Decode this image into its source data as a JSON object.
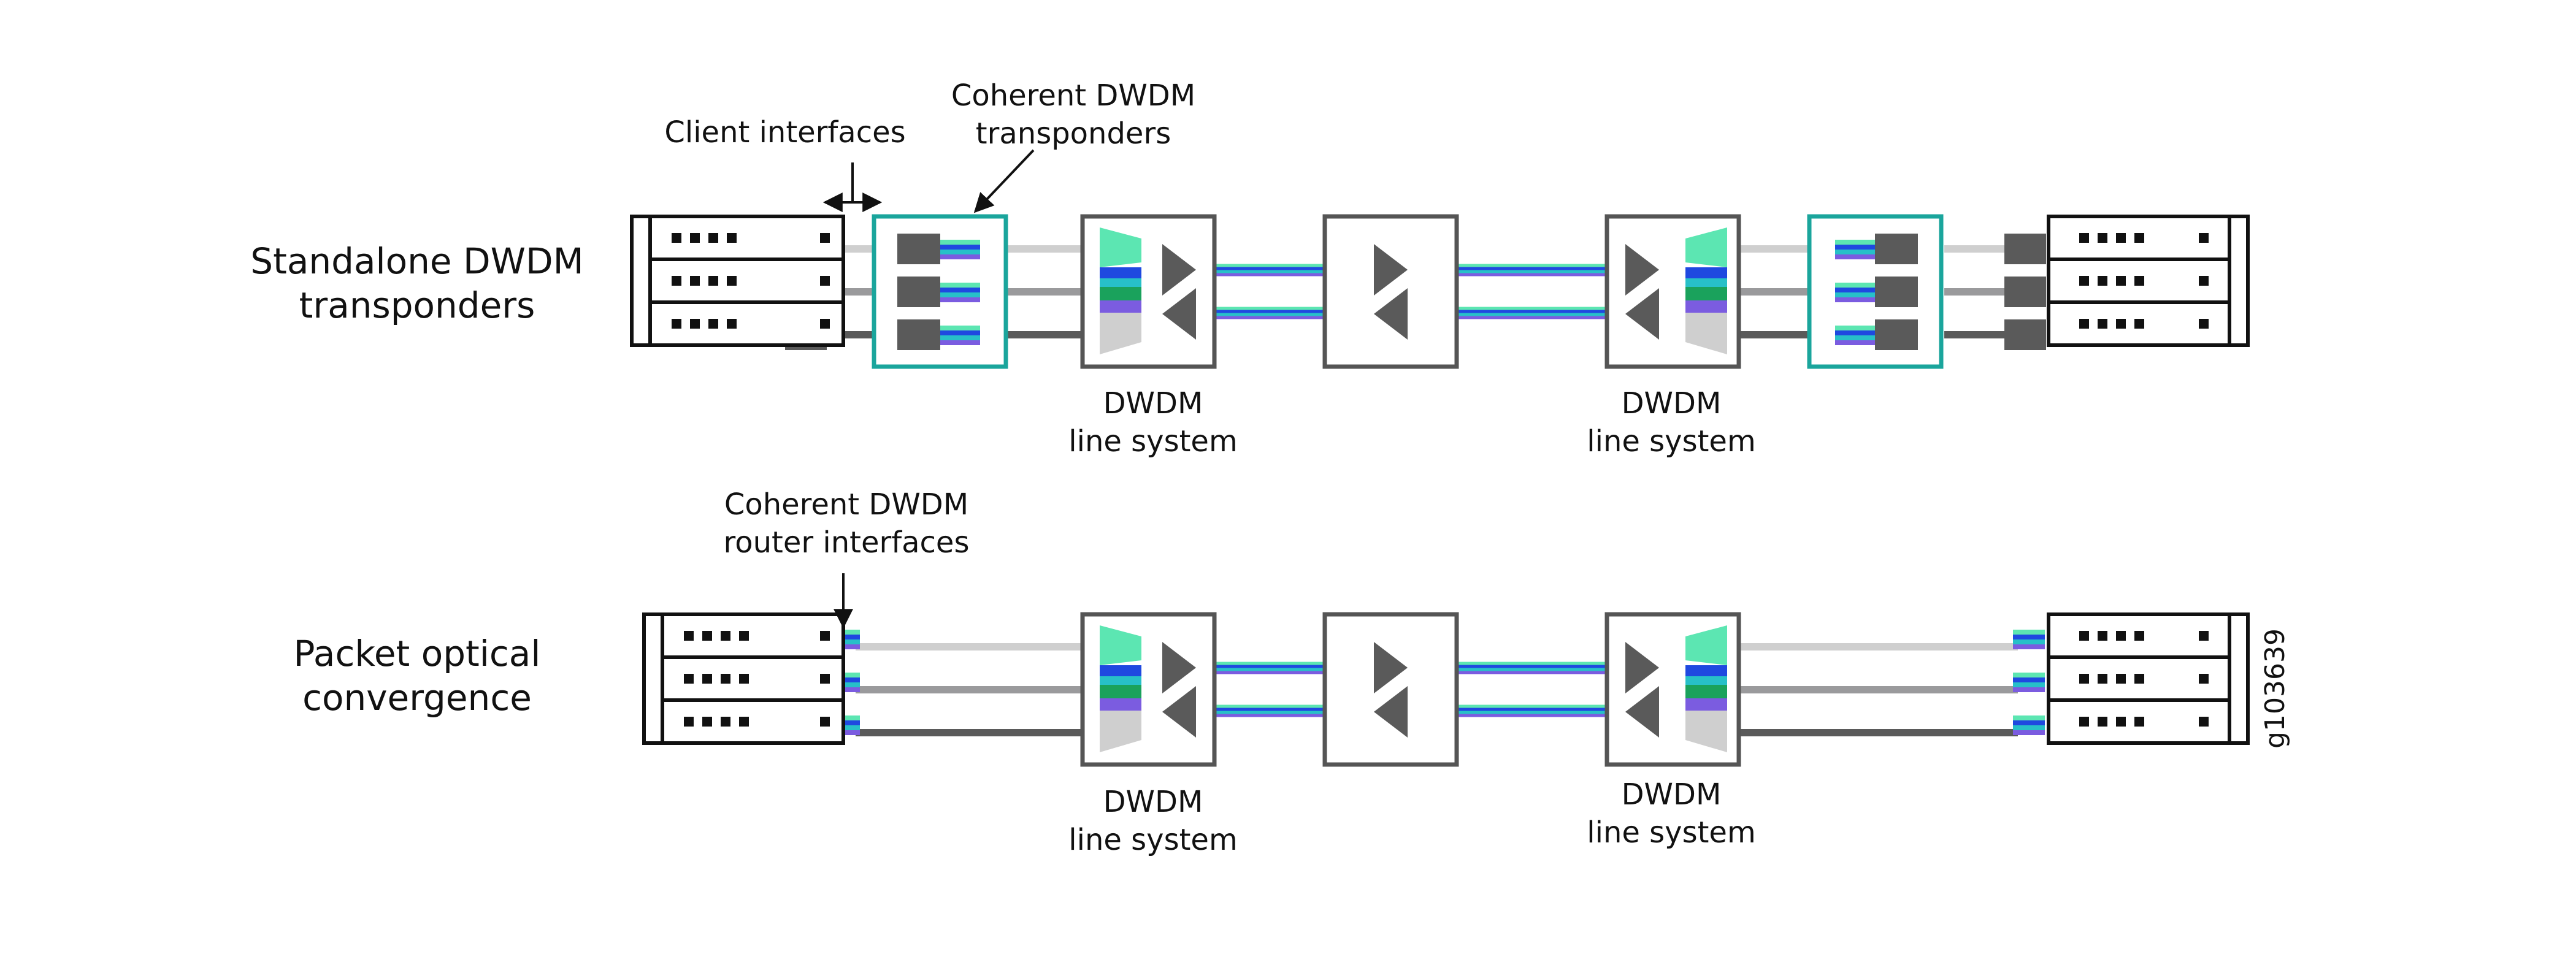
{
  "sections": {
    "standalone": {
      "title_line1": "Standalone DWDM",
      "title_line2": "transponders",
      "callout_client": "Client interfaces",
      "callout_transponders_line1": "Coherent DWDM",
      "callout_transponders_line2": "transponders",
      "line_system_left_line1": "DWDM",
      "line_system_left_line2": "line system",
      "line_system_right_line1": "DWDM",
      "line_system_right_line2": "line system"
    },
    "packet": {
      "title_line1": "Packet optical",
      "title_line2": "convergence",
      "callout_router_line1": "Coherent DWDM",
      "callout_router_line2": "router interfaces",
      "line_system_left_line1": "DWDM",
      "line_system_left_line2": "line system",
      "line_system_right_line1": "DWDM",
      "line_system_right_line2": "line system"
    }
  },
  "figure_id": "g103639",
  "colors": {
    "teal_frame": "#1aa59c",
    "mint": "#5ce6b2",
    "blue": "#1f49e0",
    "cyan": "#27c0c8",
    "green": "#1aa25c",
    "purple": "#7b5ce0",
    "dark_gray": "#5a5a5a",
    "mid_gray": "#9a9a9c",
    "light_gray": "#cfcfcf",
    "black": "#111111"
  }
}
